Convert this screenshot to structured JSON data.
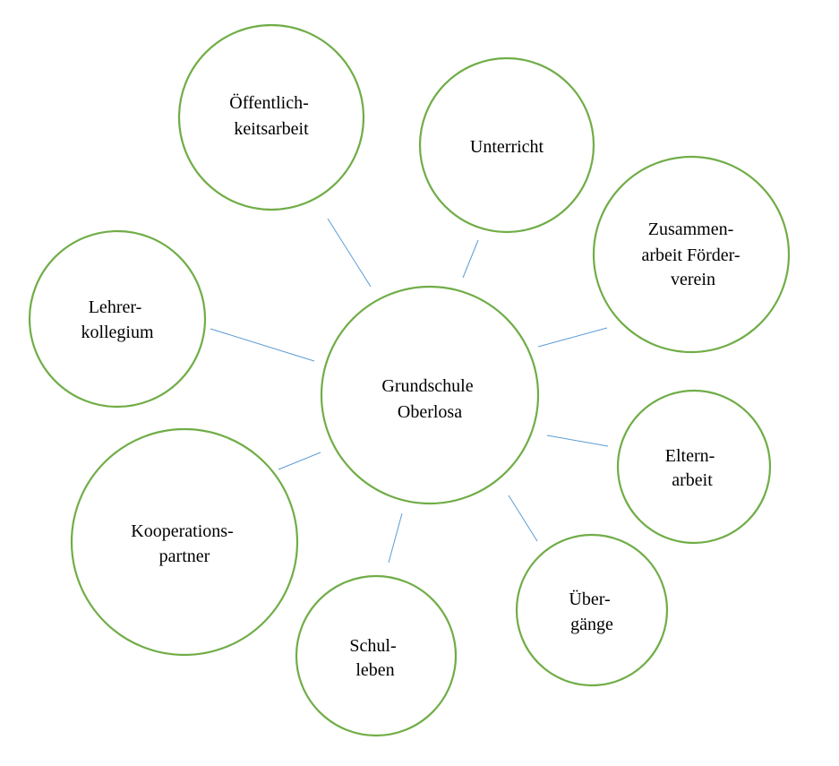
{
  "diagram": {
    "colors": {
      "circle_stroke": "#70ad47",
      "connector": "#5b9bd5",
      "text": "#000000",
      "background": "#ffffff"
    },
    "center": {
      "lines": [
        "Grundschule",
        "Oberlosa"
      ]
    },
    "nodes": [
      {
        "id": "oeffentlichkeitsarbeit",
        "lines": [
          "Öffentlich-",
          "keitsarbeit"
        ]
      },
      {
        "id": "unterricht",
        "lines": [
          "Unterricht"
        ]
      },
      {
        "id": "foerderverein",
        "lines": [
          "Zusammen-",
          "arbeit Förder-",
          "verein"
        ]
      },
      {
        "id": "elternarbeit",
        "lines": [
          "Eltern-",
          "arbeit"
        ]
      },
      {
        "id": "uebergaenge",
        "lines": [
          "Über-",
          "gänge"
        ]
      },
      {
        "id": "schulleben",
        "lines": [
          "Schul-",
          "leben"
        ]
      },
      {
        "id": "kooperationspartner",
        "lines": [
          "Kooperations-",
          "partner"
        ]
      },
      {
        "id": "lehrerkollegium",
        "lines": [
          "Lehrer-",
          "kollegium"
        ]
      }
    ]
  }
}
